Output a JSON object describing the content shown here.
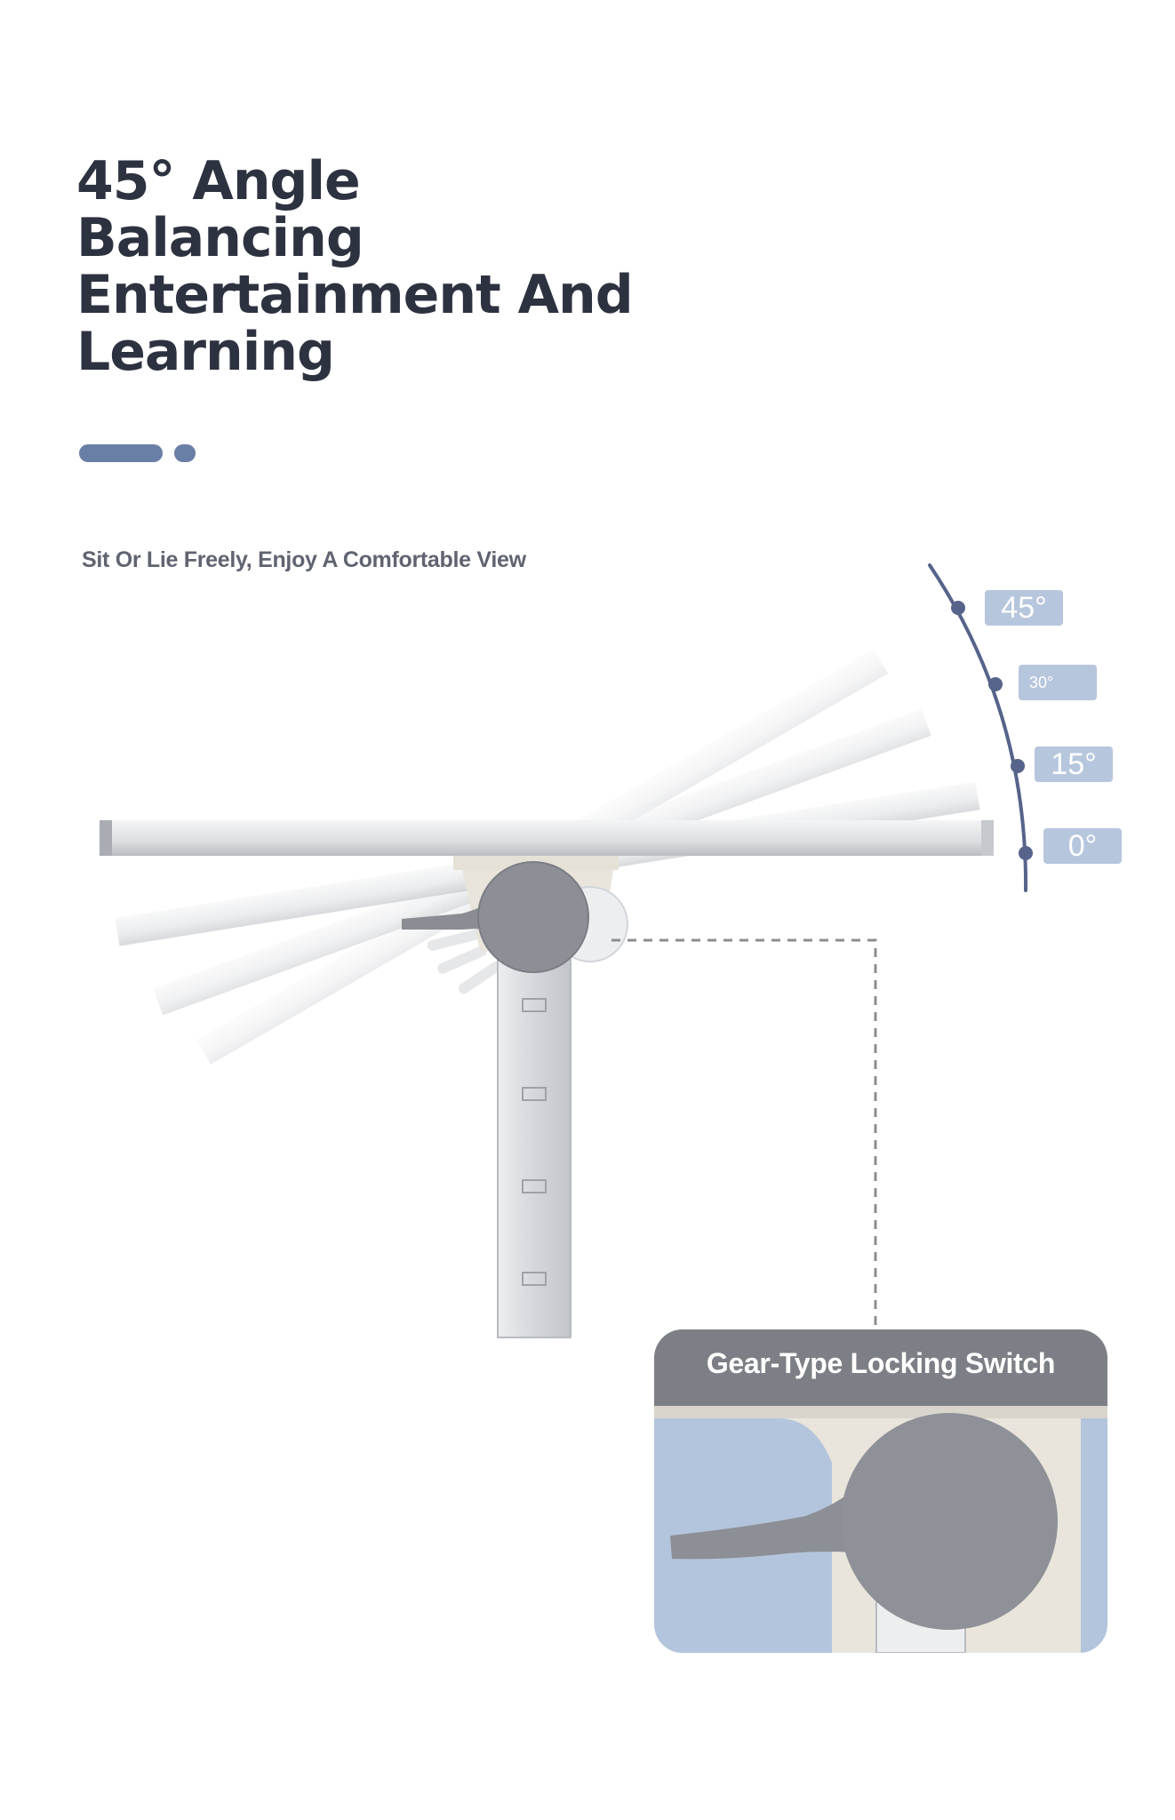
{
  "headline": {
    "lines": [
      "45° Angle",
      "Balancing",
      "Entertainment And",
      "Learning"
    ]
  },
  "subtitle": "Sit Or Lie Freely, Enjoy A Comfortable View",
  "angles": {
    "a45": "45°",
    "a30": "30°",
    "a15": "15°",
    "a0": "0°"
  },
  "callout": {
    "title": "Gear-Type Locking Switch"
  },
  "colors": {
    "heading": "#2d3240",
    "accent": "#6a7fa6",
    "angle_badge": "#b6c6dd",
    "callout_bg": "#b3c5dc",
    "callout_header": "#7d7f86"
  }
}
